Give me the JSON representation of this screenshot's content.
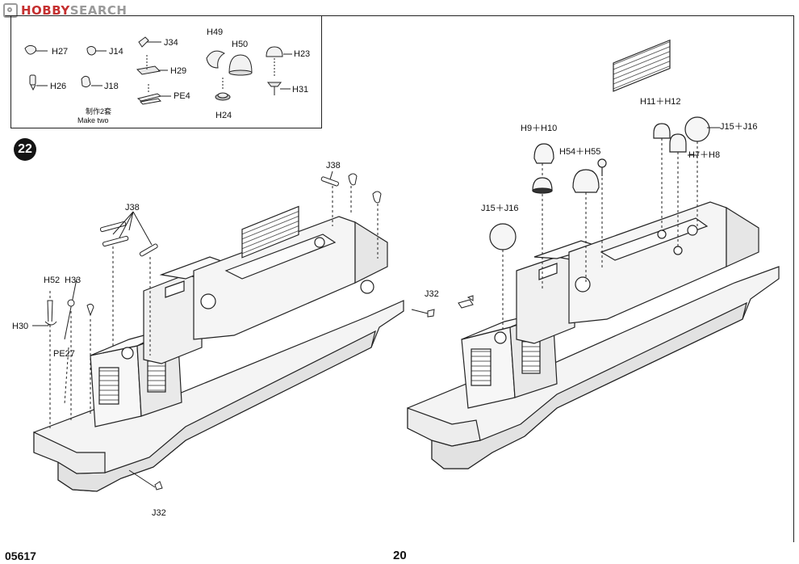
{
  "watermark": {
    "brand_red": "HOBBY",
    "brand_gray": "SEARCH"
  },
  "inset": {
    "labels": {
      "h27": "H27",
      "j14": "J14",
      "j34": "J34",
      "h49": "H49",
      "h50": "H50",
      "h23": "H23",
      "h26": "H26",
      "j18": "J18",
      "h29": "H29",
      "pe4": "PE4",
      "h31": "H31",
      "h24": "H24"
    },
    "note_cn": "制作2套",
    "note_en": "Make two"
  },
  "step": {
    "number": "22"
  },
  "left_assembly": {
    "labels": {
      "j38_top": "J38",
      "j38_left": "J38",
      "h52": "H52",
      "h33": "H33",
      "h30": "H30",
      "pe27": "PE27",
      "j32_right": "J32",
      "j32_bottom": "J32"
    }
  },
  "right_assembly": {
    "labels": {
      "h9_h10": "H9＋H10",
      "h11_h12": "H11＋H12",
      "j15_j16_top": "J15＋J16",
      "h54_h55": "H54＋H55",
      "h7_h8": "H7＋H8",
      "j15_j16_left": "J15＋J16"
    }
  },
  "footer": {
    "code": "05617",
    "page": "20"
  }
}
